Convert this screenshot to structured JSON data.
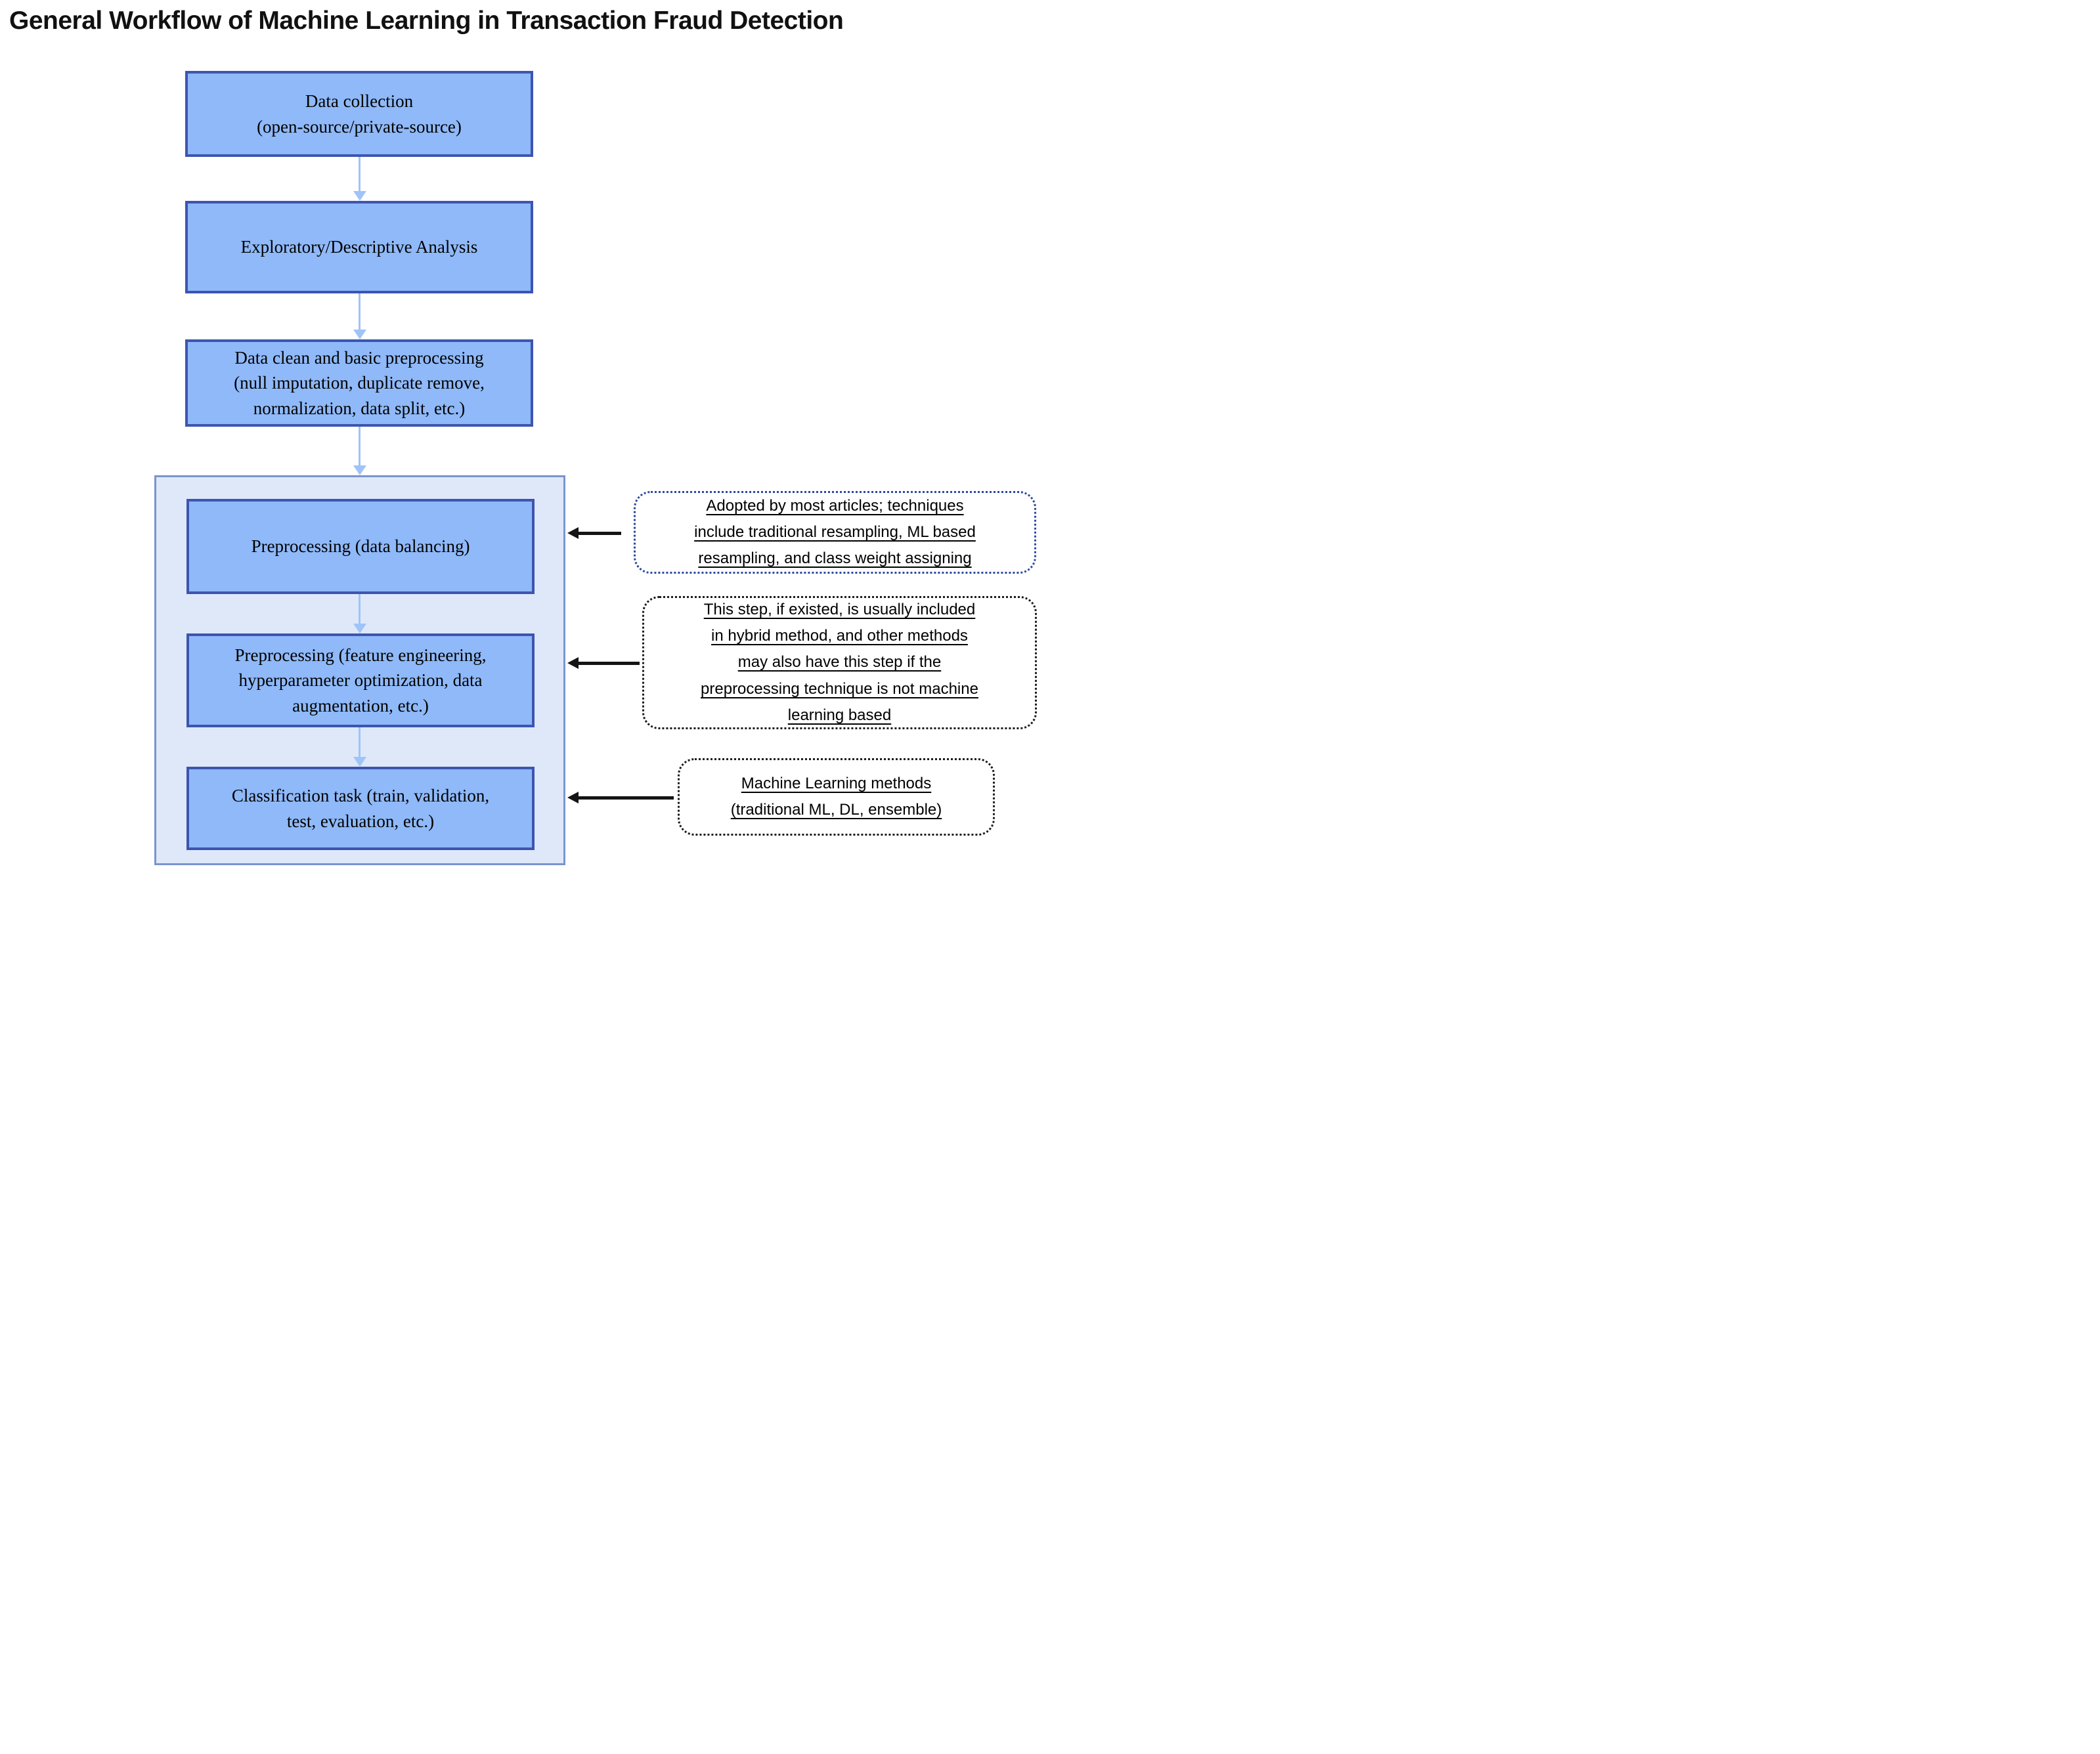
{
  "title": "General Workflow of Machine Learning in Transaction Fraud Detection",
  "flow": {
    "steps": [
      {
        "id": "data-collection",
        "text": "Data collection\n(open-source/private-source)"
      },
      {
        "id": "exploratory-analysis",
        "text": "Exploratory/Descriptive Analysis"
      },
      {
        "id": "data-clean",
        "text": "Data clean and basic preprocessing\n(null imputation, duplicate remove,\nnormalization, data split, etc.)"
      },
      {
        "id": "preprocessing-balancing",
        "text": "Preprocessing (data balancing)"
      },
      {
        "id": "preprocessing-feature",
        "text": "Preprocessing (feature engineering,\nhyperparameter optimization, data\naugmentation, etc.)"
      },
      {
        "id": "classification-task",
        "text": "Classification task (train, validation,\ntest, evaluation, etc.)"
      }
    ]
  },
  "annotations": [
    {
      "id": "note-data-balancing",
      "text": "Adopted by most articles; techniques\ninclude traditional resampling, ML based\nresampling, and class weight assigning",
      "border_style": "blue-dotted"
    },
    {
      "id": "note-feature-engineering",
      "text": "This step, if existed, is usually included\nin hybrid method, and other methods\nmay also have this step if the\npreprocessing technique is not machine\nlearning based",
      "border_style": "black-dotted"
    },
    {
      "id": "note-ml-methods",
      "text": "Machine Learning methods\n(traditional ML, DL, ensemble)",
      "border_style": "black-dotted"
    }
  ],
  "colors": {
    "box_fill": "#8fb9f8",
    "box_border": "#3d55b0",
    "group_fill": "#dee8f9",
    "group_border": "#7b94cf",
    "flow_arrow": "#a0c4f7",
    "black_arrow": "#141414",
    "note_border_blue": "#2b4a9f",
    "note_border_black": "#1c1c1c"
  }
}
